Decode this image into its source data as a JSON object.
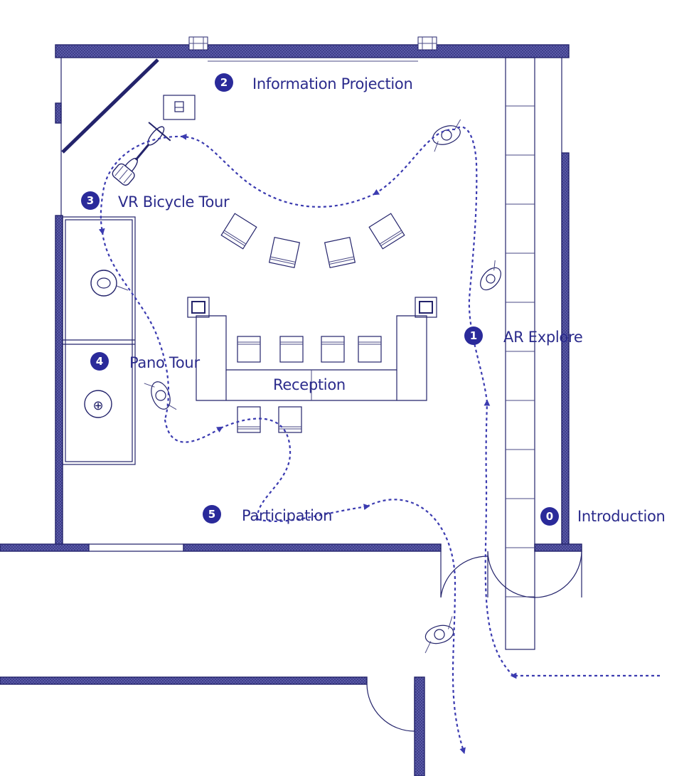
{
  "colors": {
    "wall_fill": "#5a5aa8",
    "wall_dots": "#1e1e66",
    "label": "#2b2b8c",
    "badge": "#2a2a9a",
    "path": "#3b3bb0"
  },
  "stations": [
    {
      "num": "0",
      "label": "Introduction"
    },
    {
      "num": "1",
      "label": "AR Explore"
    },
    {
      "num": "2",
      "label": "Information Projection"
    },
    {
      "num": "3",
      "label": "VR Bicycle Tour"
    },
    {
      "num": "4",
      "label": "Pano Tour"
    },
    {
      "num": "5",
      "label": "Participation"
    }
  ],
  "reception_label": "Reception"
}
